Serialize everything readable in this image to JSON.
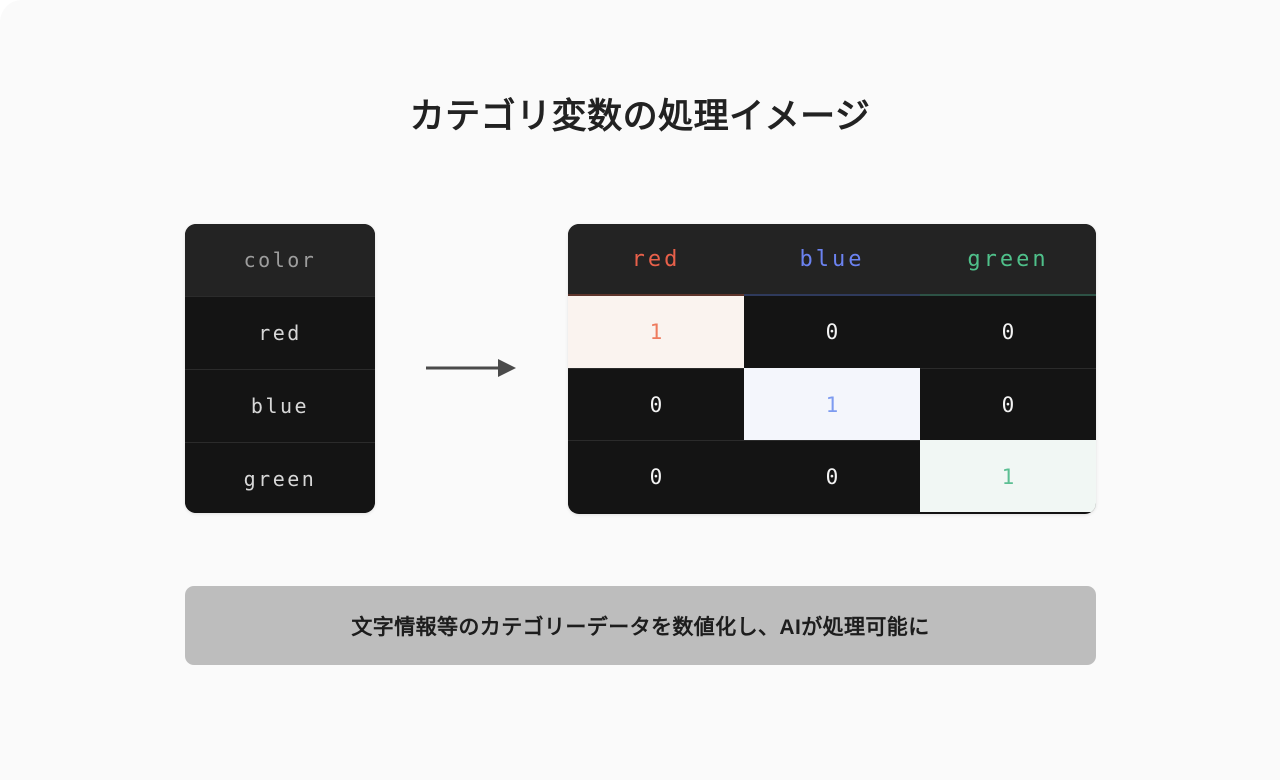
{
  "page": {
    "title": "カテゴリ変数の処理イメージ",
    "background_color": "#fafafa"
  },
  "colors": {
    "red": "#ee7b5e",
    "red_header": "#e8604a",
    "red_cell_bg": "#faf3ef",
    "red_rule": "#5e352c",
    "blue": "#7d9bf0",
    "blue_header": "#6b82f0",
    "blue_cell_bg": "#f4f6fc",
    "blue_rule": "#2f3a5c",
    "green": "#5cbf93",
    "green_header": "#4fc08a",
    "green_cell_bg": "#f1f7f4",
    "green_rule": "#2d5245",
    "table_bg": "#141414",
    "table_header_bg": "#232323",
    "caption_bg": "#bdbdbd",
    "arrow": "#4a4a4a"
  },
  "source_table": {
    "header": "color",
    "rows": [
      "red",
      "blue",
      "green"
    ]
  },
  "arrow": {
    "icon": "arrow-right-icon",
    "direction": "right"
  },
  "onehot_table": {
    "headers": [
      "red",
      "blue",
      "green"
    ],
    "rows": [
      {
        "values": [
          "1",
          "0",
          "0"
        ],
        "highlight_index": 0
      },
      {
        "values": [
          "0",
          "1",
          "0"
        ],
        "highlight_index": 1
      },
      {
        "values": [
          "0",
          "0",
          "1"
        ],
        "highlight_index": 2
      }
    ]
  },
  "caption": {
    "text": "文字情報等のカテゴリーデータを数値化し、AIが処理可能に"
  }
}
